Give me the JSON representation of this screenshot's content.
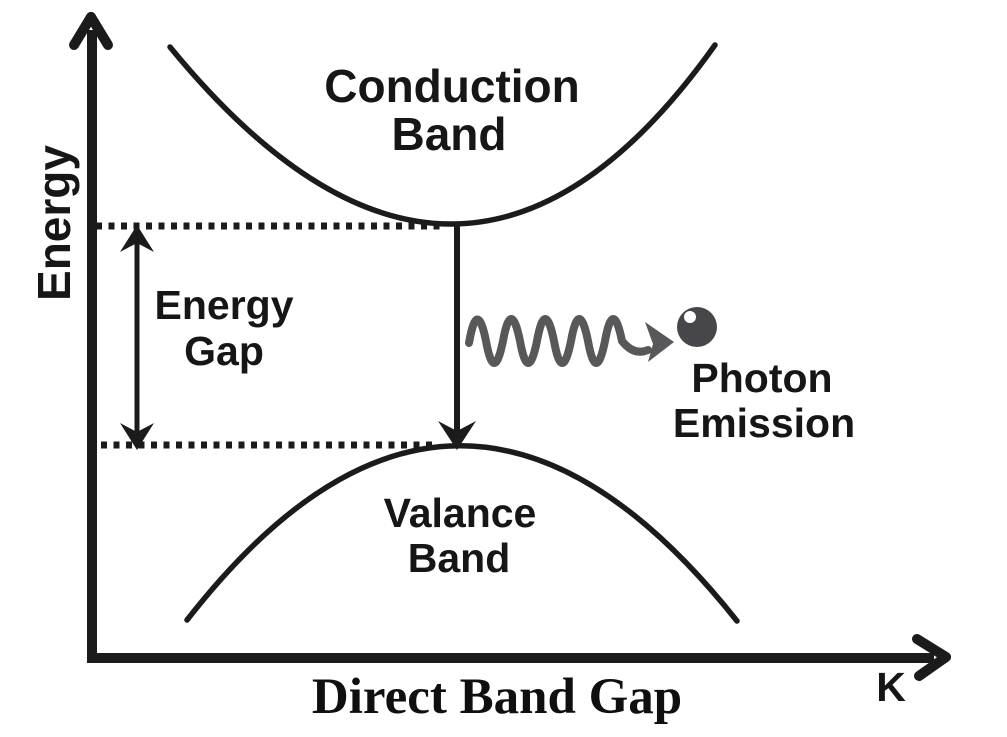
{
  "diagram": {
    "title": "Direct Band Gap",
    "axes": {
      "y_label": "Energy",
      "x_label": "K"
    },
    "labels": {
      "conduction_line1": "Conduction",
      "conduction_line2": "Band",
      "valence_line1": "Valance",
      "valence_line2": "Band",
      "gap_line1": "Energy",
      "gap_line2": "Gap",
      "photon_line1": "Photon",
      "photon_line2": "Emission"
    },
    "icons": {
      "photon_wave": "wavy-photon-arrow-icon",
      "photon_ball": "photon-particle-icon"
    },
    "colors": {
      "ink": "#1b1b1b",
      "photon_wave": "#58585a",
      "photon_ball": "#47474b",
      "background": "#ffffff"
    }
  }
}
